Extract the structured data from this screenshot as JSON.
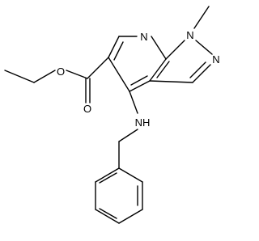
{
  "molecule": {
    "atoms": {
      "n_pyridine": "N",
      "n_methyl": "N",
      "n_pyrazole": "N",
      "o_ester_single": "O",
      "o_carbonyl": "O",
      "nh_amine": "NH"
    }
  }
}
